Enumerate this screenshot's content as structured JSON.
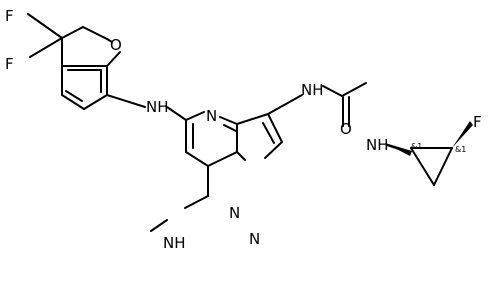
{
  "molecule": {
    "atoms": {
      "f1": "F",
      "f2": "F",
      "o_ring": "O",
      "nh_amine": "NH",
      "n_ring_top": "N",
      "nh_urea_left": "NH",
      "nh_urea_right": "NH",
      "o_carbonyl": "O",
      "f_cyclopropyl": "F",
      "n_bridge": "N",
      "n_pyrazole": "N",
      "nh_methylamine": "NH"
    },
    "stereo_labels": {
      "s1": "&1",
      "s2": "&1"
    }
  }
}
